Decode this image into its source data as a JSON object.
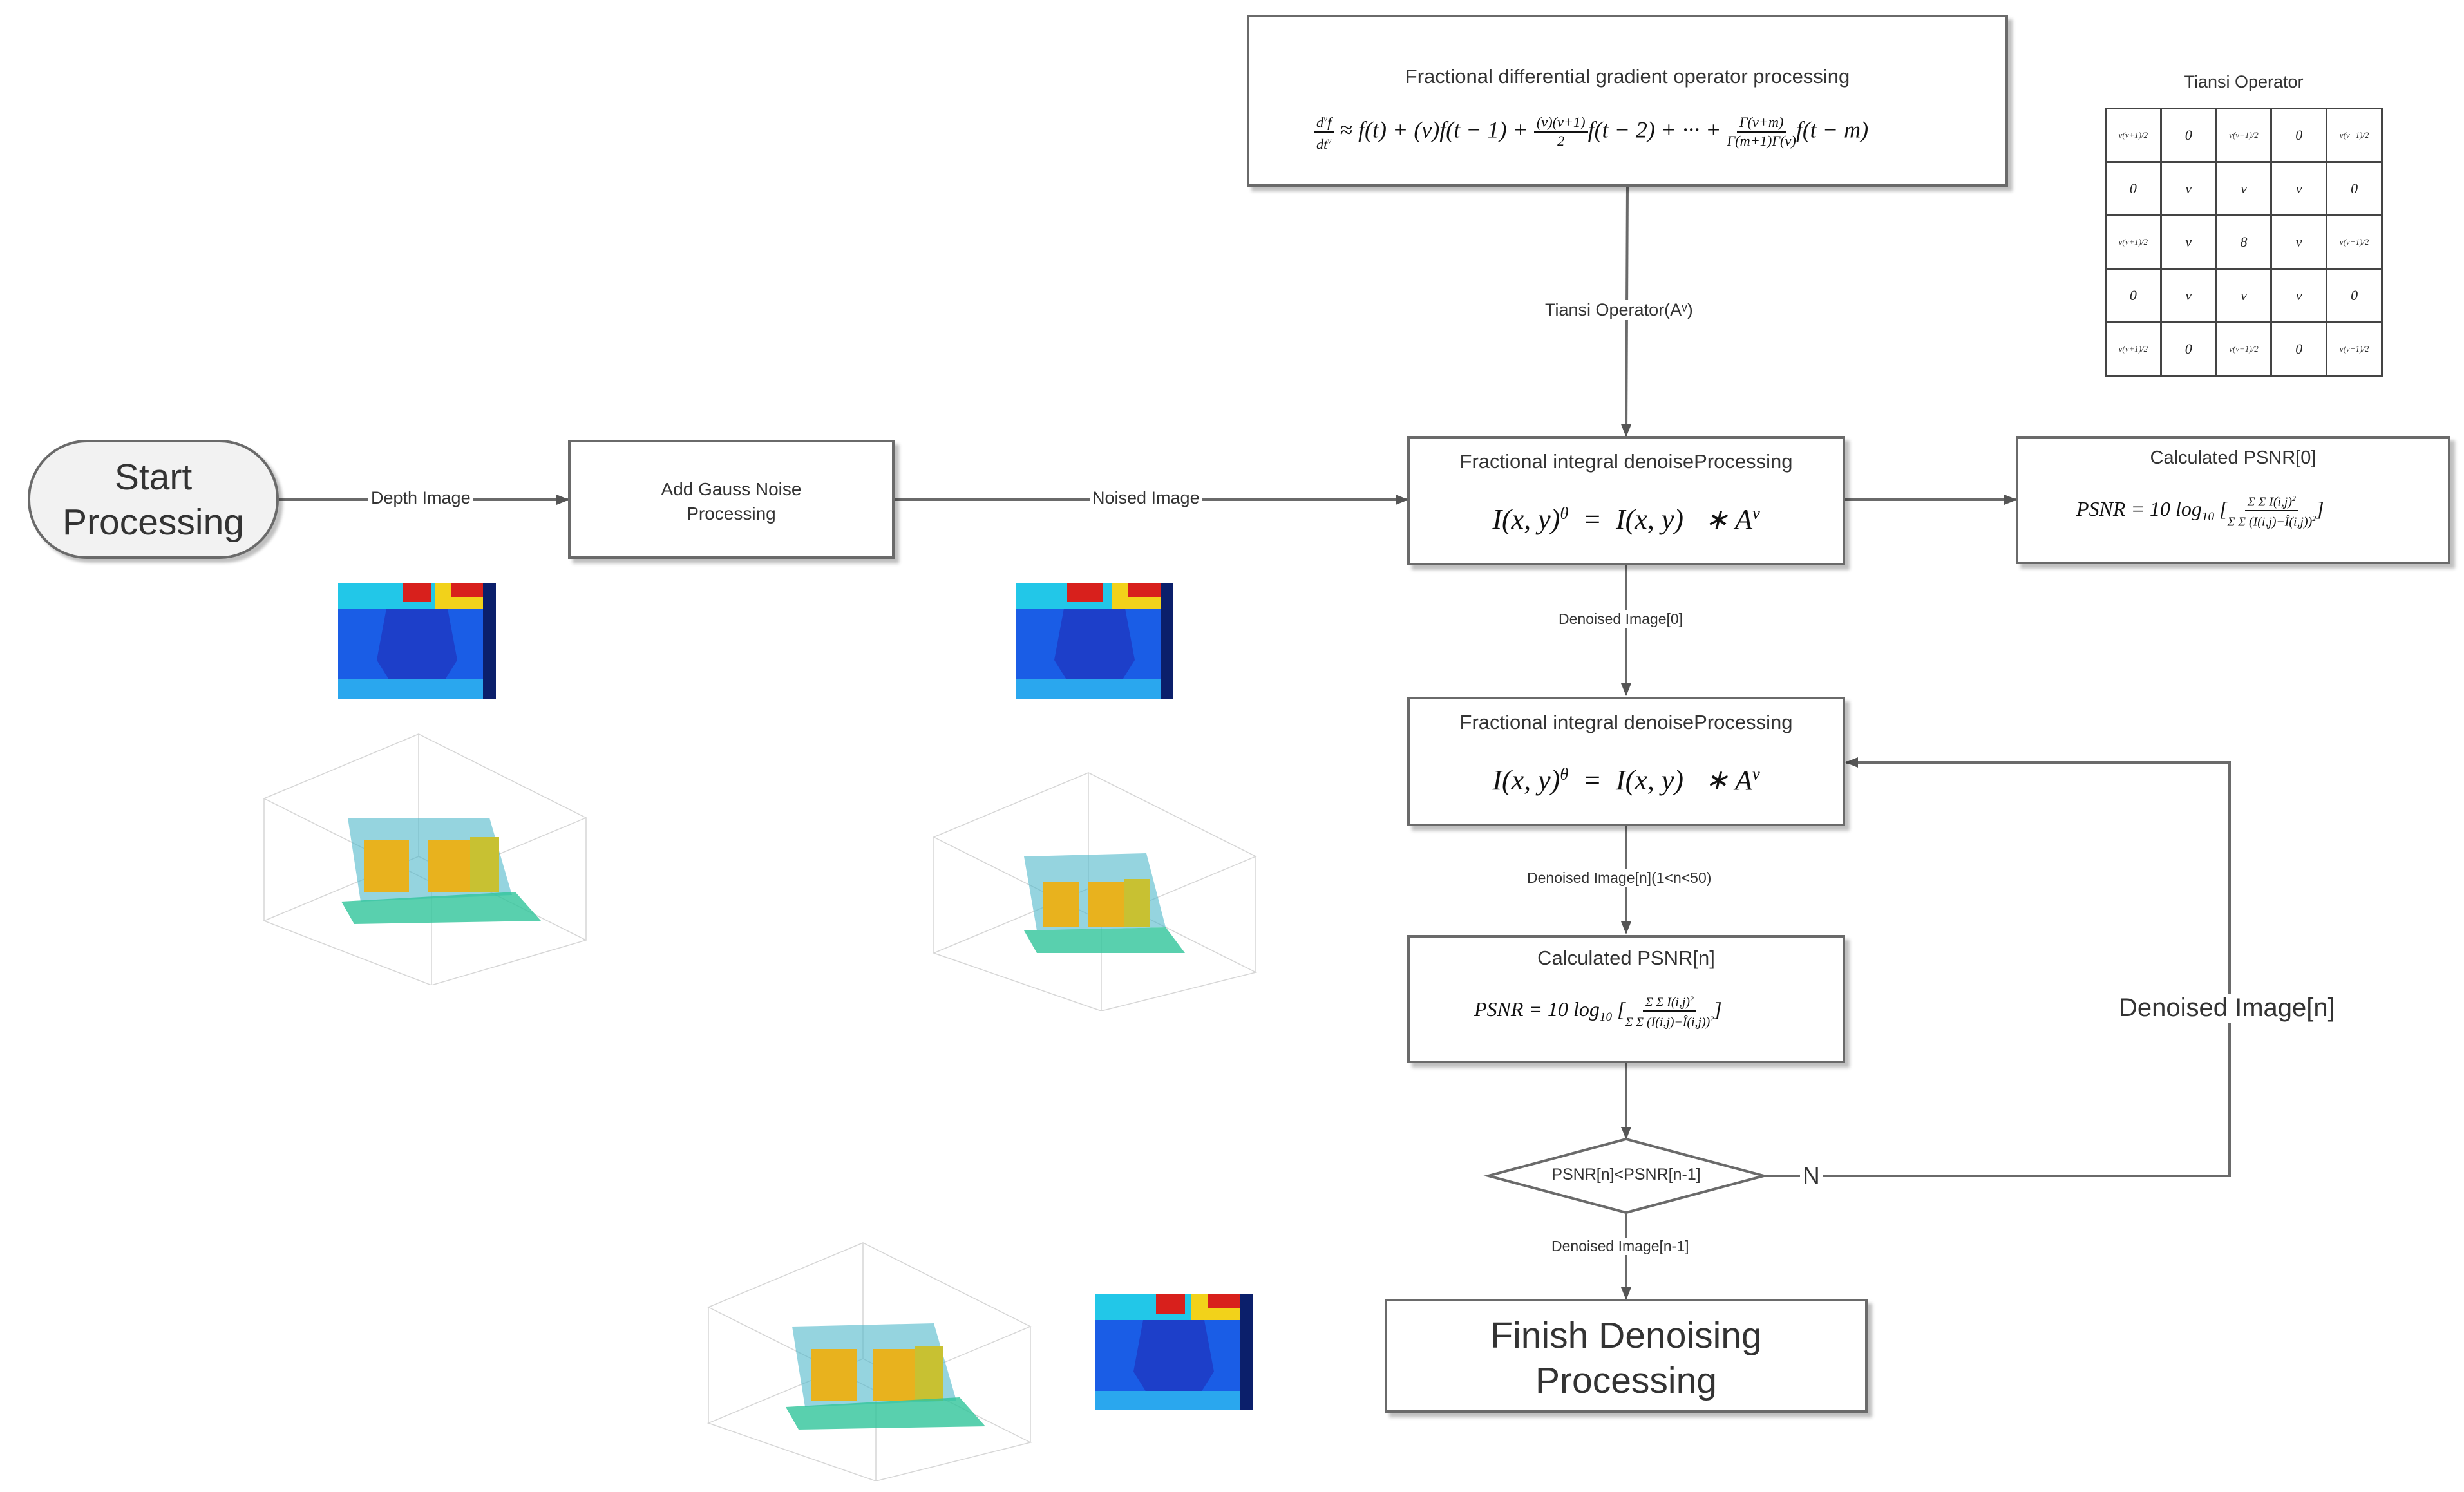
{
  "nodes": {
    "start": "Start Processing",
    "gauss": "Add Gauss Noise Processing",
    "gradient_title": "Fractional differential gradient operator processing",
    "denoise0_title": "Fractional integral denoiseProcessing",
    "denoiseN_title": "Fractional integral denoiseProcessing",
    "psnr0_title": "Calculated PSNR[0]",
    "psnrN_title": "Calculated PSNR[n]",
    "decision": "PSNR[n]<PSNR[n-1]",
    "finish": "Finish Denoising Processing",
    "tiansi_title": "Tiansi Operator"
  },
  "edges": {
    "depth_image": "Depth Image",
    "noised_image": "Noised Image",
    "tiansi_operator": "Tiansi Operator(Aᵛ)",
    "denoised0": "Denoised Image[0]",
    "denoisedN": "Denoised Image[n](1<n<50)",
    "denoised_prev": "Denoised Image[n-1]",
    "loop": "Denoised Image[n]",
    "no": "N"
  },
  "equations": {
    "gradient": "dᵛf/dtᵛ ≈ f(t) + (v)f(t − 1) + (v)(v+1)/2 f(t − 2) + ··· + Γ(v+m)/(Γ(m+1)Γ(v)) f(t − m)",
    "denoise": "I(x, y)θ = I(x, y) ∗ Aᵛ",
    "psnr": "PSNR = 10 log10 [ΣΣ I(i,j)² / ΣΣ (I(i,j) − Î(i,j))²]"
  },
  "tiansi_matrix": [
    [
      "v(v+1)/2",
      "0",
      "v(v+1)/2",
      "0",
      "v(v−1)/2"
    ],
    [
      "0",
      "v",
      "v",
      "v",
      "0"
    ],
    [
      "v(v+1)/2",
      "v",
      "8",
      "v",
      "v(v−1)/2"
    ],
    [
      "0",
      "v",
      "v",
      "v",
      "0"
    ],
    [
      "v(v+1)/2",
      "0",
      "v(v+1)/2",
      "0",
      "v(v−1)/2"
    ]
  ],
  "colors": {
    "line": "#6a6a6a",
    "box_border": "#6a6a6a",
    "depth_blue": "#1a5de6",
    "depth_cyan": "#22c7e8",
    "depth_red": "#d8201c",
    "cloud_yellow": "#e8b21e",
    "cloud_green": "#2fc49a"
  }
}
